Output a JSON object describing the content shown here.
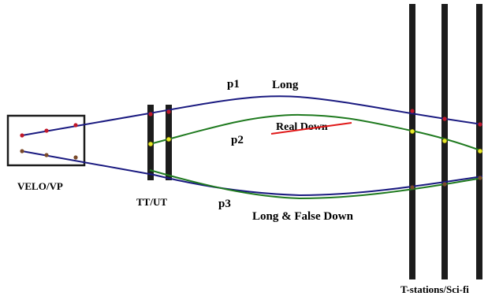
{
  "labels": {
    "velo": "VELO/VP",
    "ttut": "TT/UT",
    "tstations": "T-stations/Sci-fi",
    "p1": "p1",
    "p2": "p2",
    "p3": "p3",
    "long": "Long",
    "real_down": "Real Down",
    "long_false_down": "Long & False Down"
  },
  "colors": {
    "detector": "#1c1c1c",
    "track_long": "#1a1a80",
    "track_real_down": "#1f7a1f",
    "hit_red": "#c0182a",
    "hit_yellow": "#e8e82a",
    "hit_brown": "#7a4a2a",
    "strike": "#e01818"
  }
}
